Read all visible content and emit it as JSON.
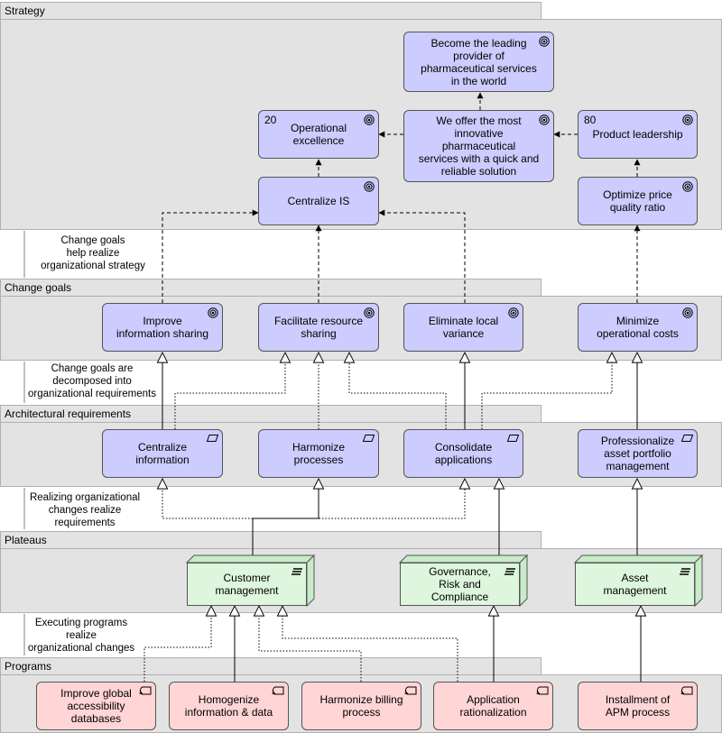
{
  "lanes": {
    "strategy": "Strategy",
    "change_goals": "Change goals",
    "arch_req": "Architectural requirements",
    "plateaus": "Plateaus",
    "programs": "Programs"
  },
  "gap_labels": {
    "g1": "Change goals\nhelp realize\norganizational strategy",
    "g2": "Change goals are\ndecomposed into\norganizational requirements",
    "g3": "Realizing organizational\nchanges realize\nrequirements",
    "g4": "Executing programs\nrealize\norganizational changes"
  },
  "nodes": {
    "become_leading": {
      "label": "Become the leading\nprovider of\npharmaceutical services\nin the world",
      "icon": "goal-icon"
    },
    "operational_excellence": {
      "label": "Operational\nexcellence",
      "number": "20",
      "icon": "goal-icon"
    },
    "we_offer": {
      "label": "We offer the most\ninnovative pharmaceutical\nservices with a quick and\nreliable solution",
      "icon": "goal-icon"
    },
    "product_leadership": {
      "label": "Product leadership",
      "number": "80",
      "icon": "goal-icon"
    },
    "centralize_is": {
      "label": "Centralize IS",
      "icon": "goal-icon"
    },
    "optimize_price": {
      "label": "Optimize price\nquality ratio",
      "icon": "goal-icon"
    },
    "improve_info": {
      "label": "Improve\ninformation sharing",
      "icon": "goal-icon"
    },
    "facilitate_resource": {
      "label": "Facilitate resource\nsharing",
      "icon": "goal-icon"
    },
    "eliminate_local": {
      "label": "Eliminate local\nvariance",
      "icon": "goal-icon"
    },
    "minimize_costs": {
      "label": "Minimize\noperational costs",
      "icon": "goal-icon"
    },
    "centralize_info": {
      "label": "Centralize\ninformation",
      "icon": "requirement-icon"
    },
    "harmonize_processes": {
      "label": "Harmonize\nprocesses",
      "icon": "requirement-icon"
    },
    "consolidate_apps": {
      "label": "Consolidate\napplications",
      "icon": "requirement-icon"
    },
    "professionalize": {
      "label": "Professionalize\nasset portfolio\nmanagement",
      "icon": "requirement-icon"
    },
    "customer_mgmt": {
      "label": "Customer\nmanagement",
      "icon": "plateau-icon"
    },
    "governance": {
      "label": "Governance,\nRisk and\nCompliance",
      "icon": "plateau-icon"
    },
    "asset_mgmt": {
      "label": "Asset\nmanagement",
      "icon": "plateau-icon"
    },
    "improve_global": {
      "label": "Improve global\naccessibility\ndatabases",
      "icon": "work-package-icon"
    },
    "homogenize": {
      "label": "Homogenize\ninformation & data",
      "icon": "work-package-icon"
    },
    "harmonize_billing": {
      "label": "Harmonize billing\nprocess",
      "icon": "work-package-icon"
    },
    "app_rationalization": {
      "label": "Application\nrationalization",
      "icon": "work-package-icon"
    },
    "installment_apm": {
      "label": "Installment of\nAPM process",
      "icon": "work-package-icon"
    }
  },
  "colors": {
    "goal": "#ccccff",
    "requirement": "#ccccff",
    "plateau": "#ddf6dd",
    "program": "#ffd5d5",
    "lane": "#e3e3e3"
  }
}
